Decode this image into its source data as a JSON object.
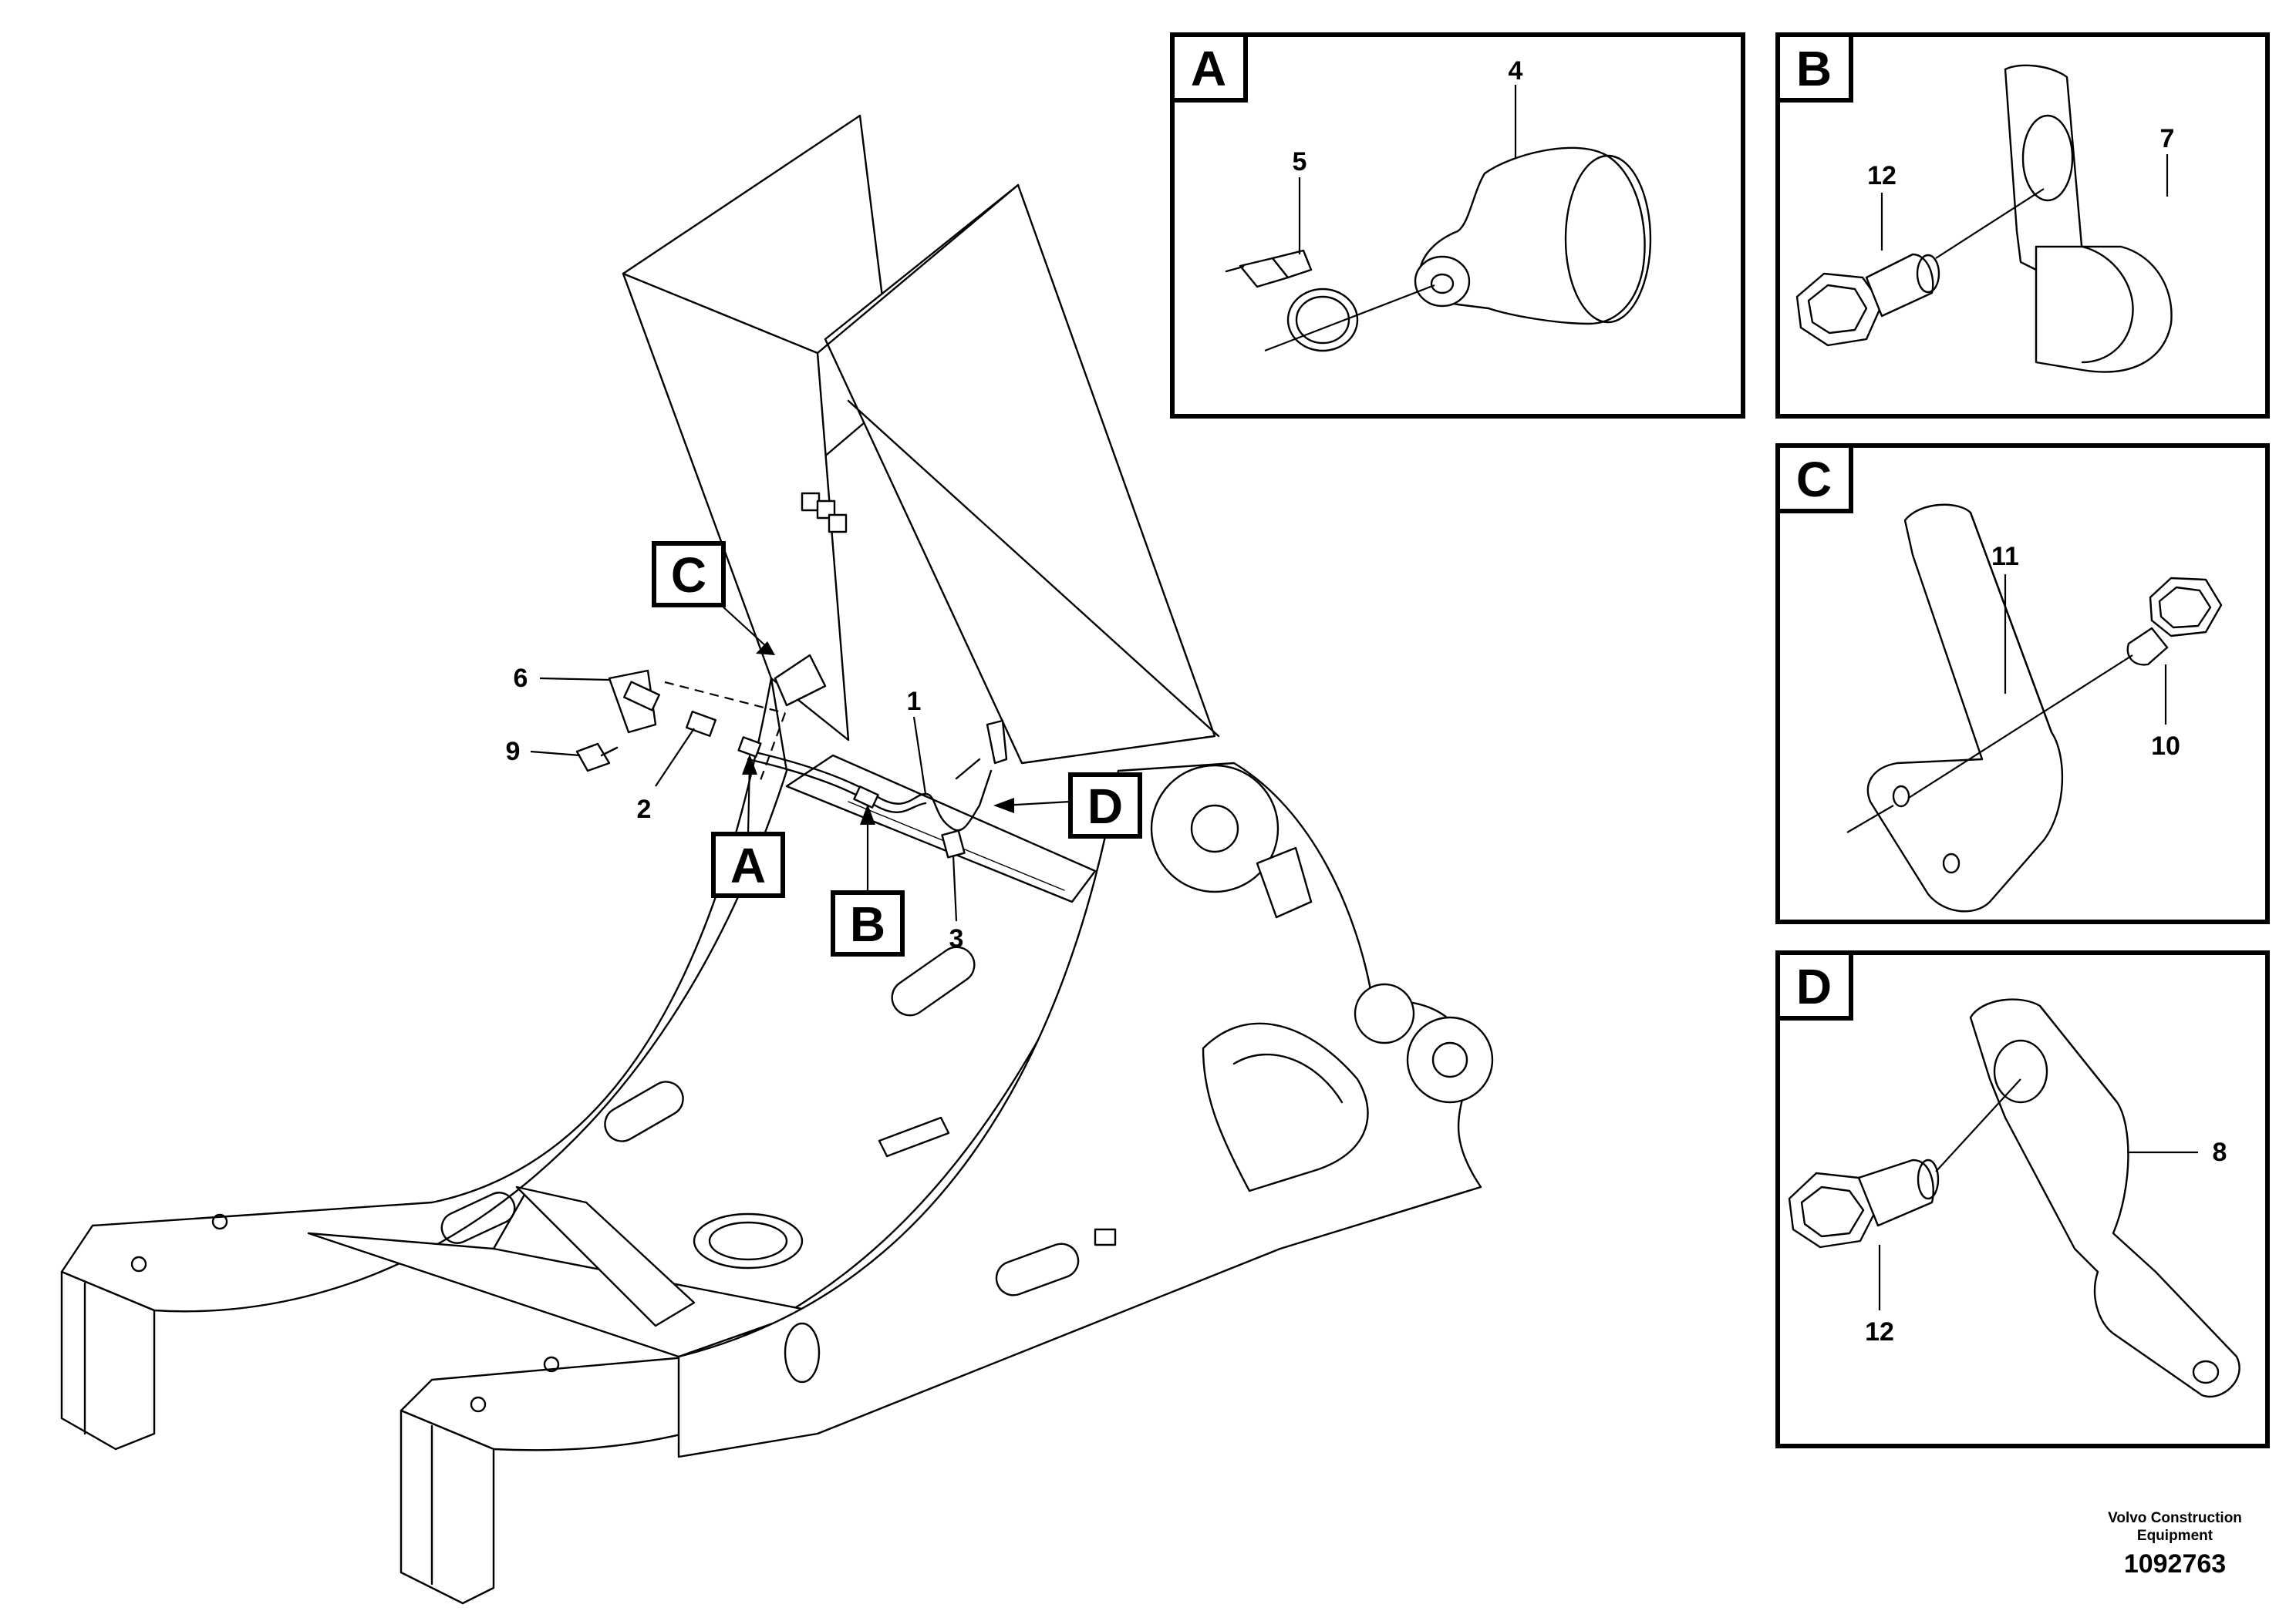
{
  "view_tags": {
    "a": "A",
    "b": "B",
    "c": "C",
    "d": "D"
  },
  "main_view": {
    "callouts": {
      "n1": "1",
      "n2": "2",
      "n3": "3",
      "n6": "6",
      "n9": "9"
    }
  },
  "detail_a": {
    "tag": "A",
    "callouts": {
      "n4": "4",
      "n5": "5"
    }
  },
  "detail_b": {
    "tag": "B",
    "callouts": {
      "n7": "7",
      "n12": "12"
    }
  },
  "detail_c": {
    "tag": "C",
    "callouts": {
      "n10": "10",
      "n11": "11"
    }
  },
  "detail_d": {
    "tag": "D",
    "callouts": {
      "n8": "8",
      "n12": "12"
    }
  },
  "footer": {
    "credit_line1": "Volvo Construction",
    "credit_line2": "Equipment",
    "doc_number": "1092763"
  }
}
